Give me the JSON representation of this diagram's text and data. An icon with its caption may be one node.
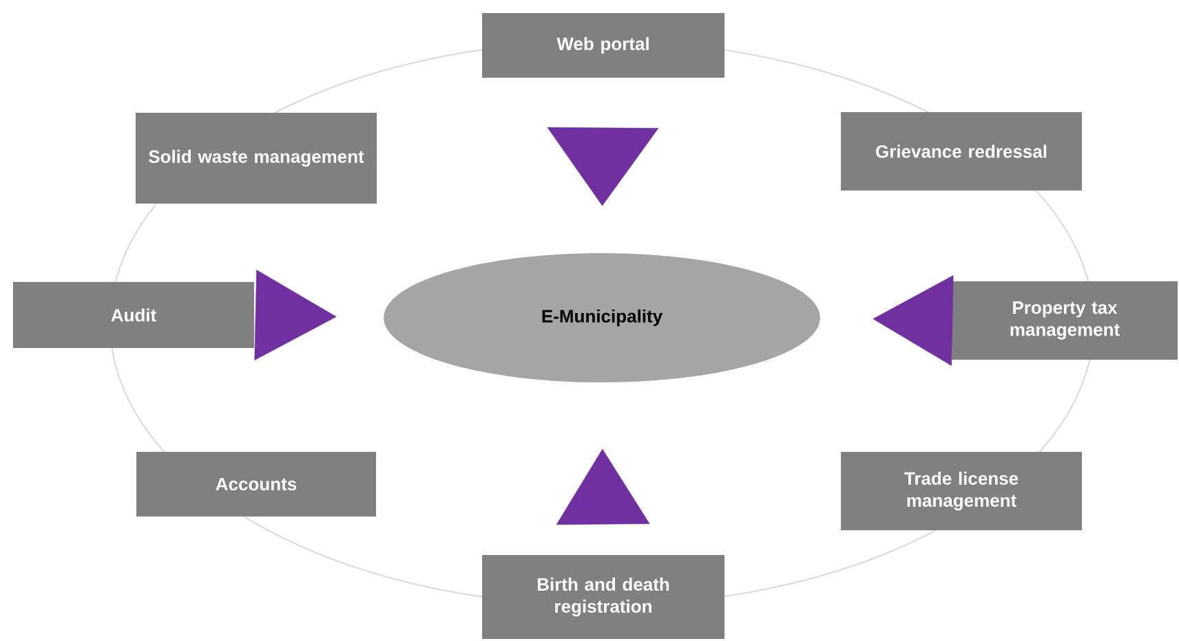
{
  "diagram": {
    "nodes": [
      {
        "text": [
          "Web portal"
        ]
      },
      {
        "text": [
          "Solid waste management"
        ]
      },
      {
        "text": [
          "Grievance redressal"
        ]
      },
      {
        "text": [
          "Audit"
        ]
      },
      {
        "text": [
          "E-Municipality"
        ]
      },
      {
        "text": [
          "Property tax management"
        ]
      },
      {
        "text": [
          "Accounts"
        ]
      },
      {
        "text": [
          "Trade license management"
        ]
      },
      {
        "text": [
          "Birth and death registration"
        ]
      }
    ],
    "edges": [
      {
        "from": 0,
        "to": 4,
        "arrow": "to"
      },
      {
        "from": 3,
        "to": 4,
        "arrow": "to"
      },
      {
        "from": 5,
        "to": 4,
        "arrow": "to"
      },
      {
        "from": 8,
        "to": 4,
        "arrow": "to"
      }
    ]
  }
}
